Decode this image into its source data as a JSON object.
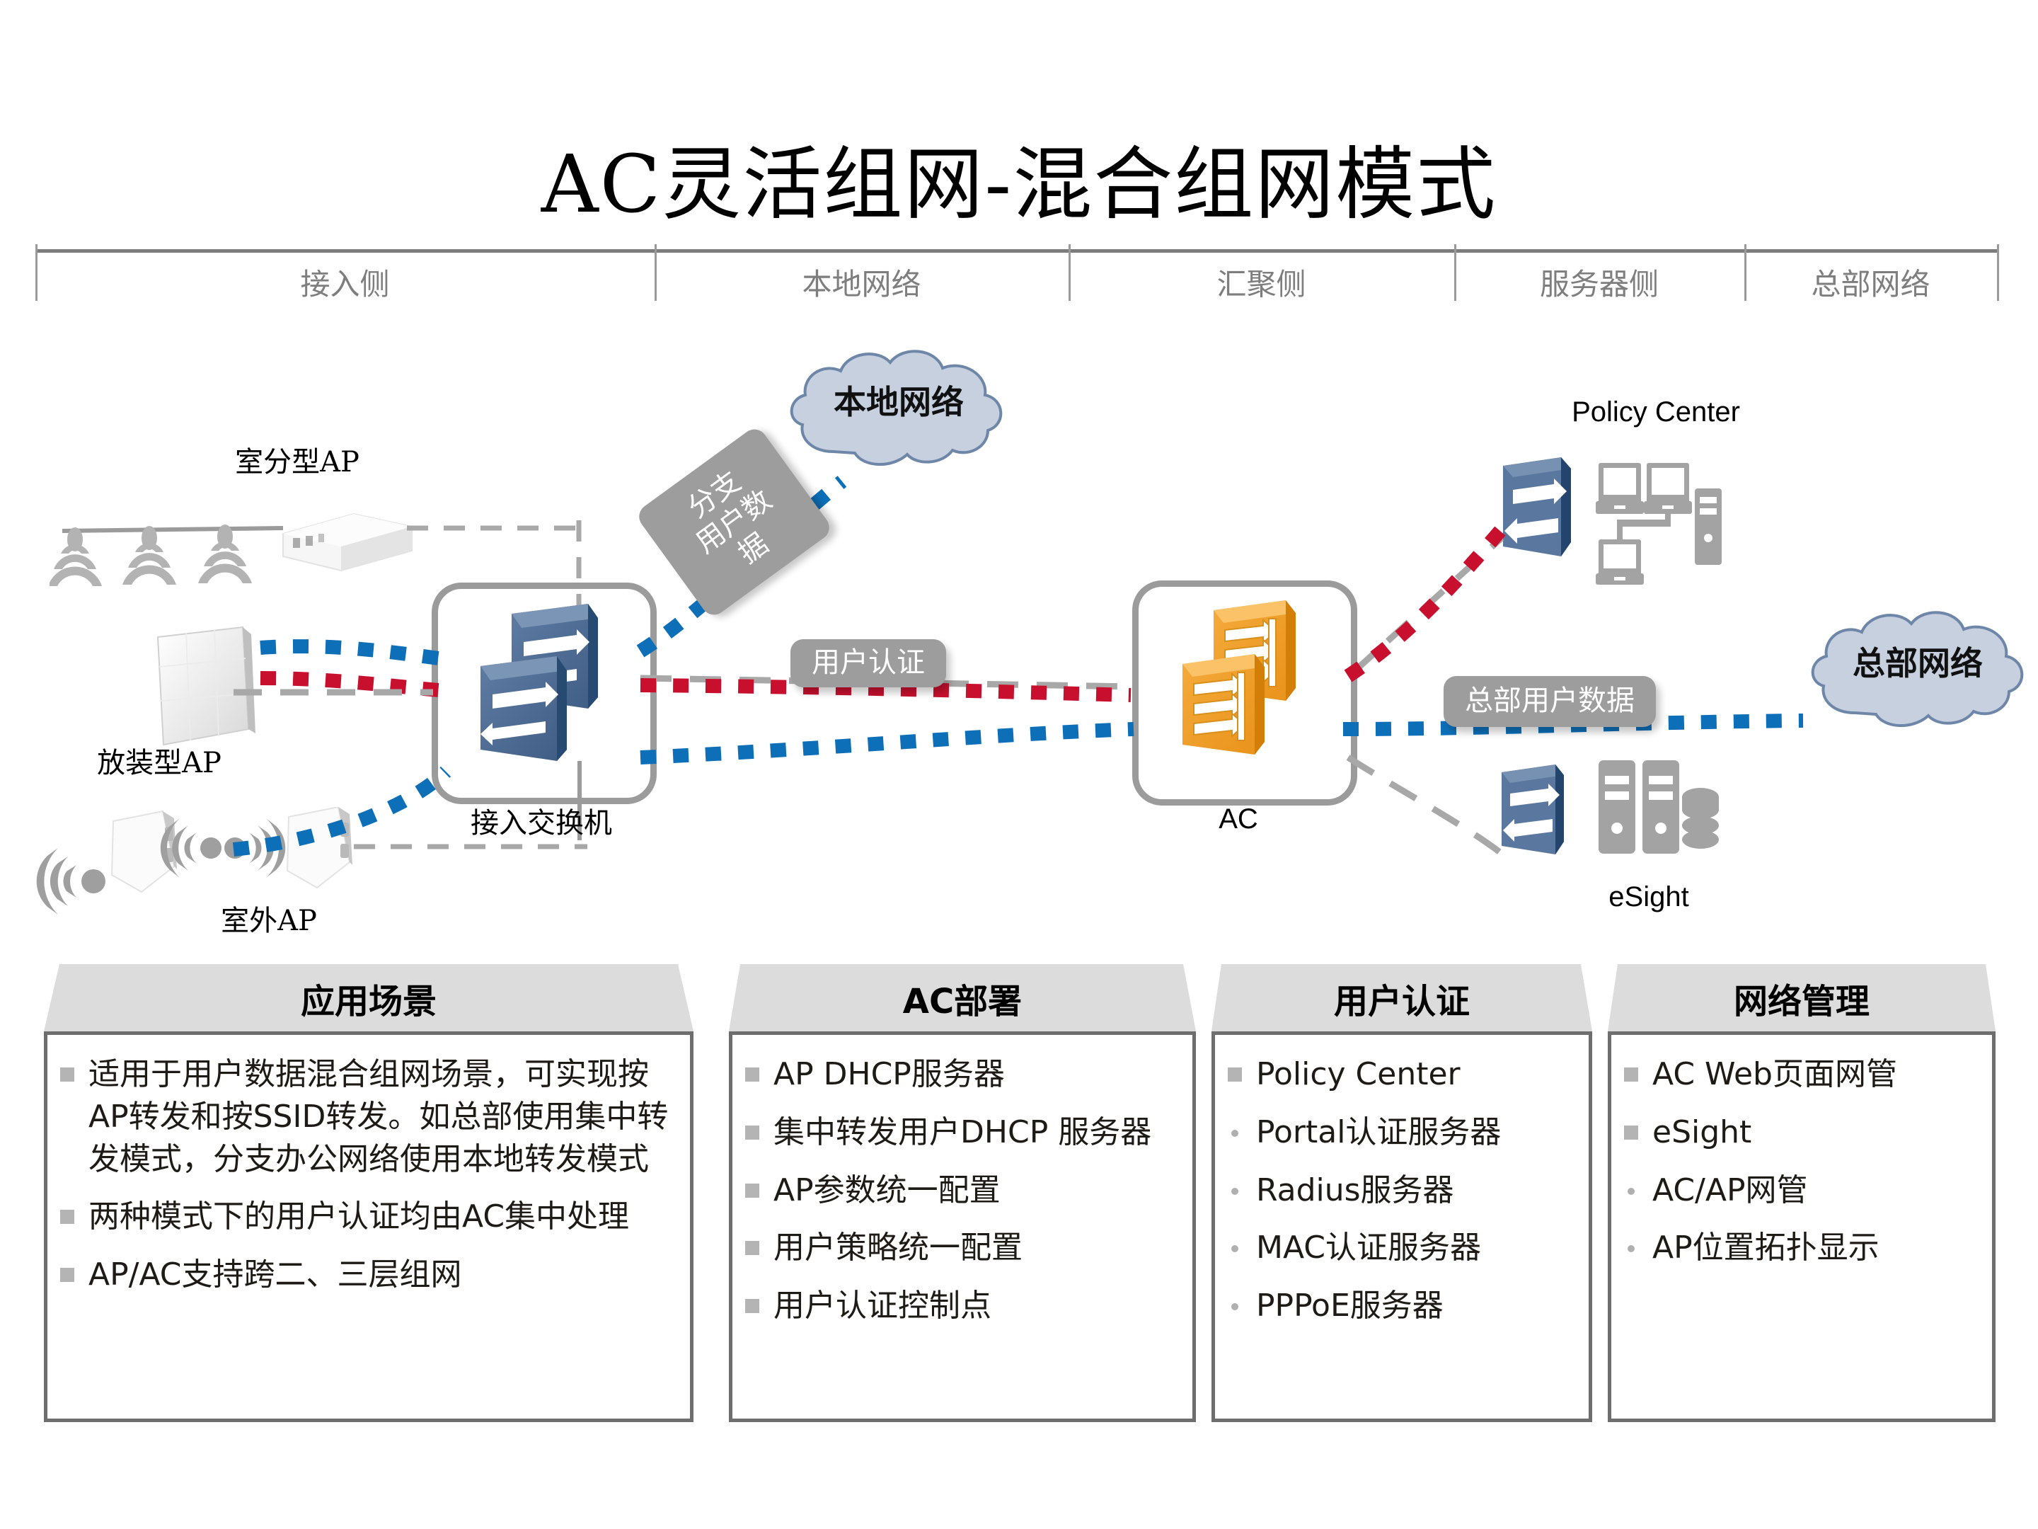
{
  "title": "AC灵活组网-混合组网模式",
  "sections": [
    {
      "label": "接入侧"
    },
    {
      "label": "本地网络"
    },
    {
      "label": "汇聚侧"
    },
    {
      "label": "服务器侧"
    },
    {
      "label": "总部网络"
    }
  ],
  "topology": {
    "devices": {
      "distributed_ap": "室分型AP",
      "wall_ap": "放装型AP",
      "outdoor_ap": "室外AP",
      "access_switch": "接入交换机",
      "ac": "AC",
      "policy_center": "Policy Center",
      "esight": "eSight"
    },
    "clouds": {
      "local_network": "本地网络",
      "hq_network": "总部网络"
    },
    "tags": {
      "branch_user_data": "分支\n用户数\n据",
      "branch_user_data_lines": [
        "分支",
        "用户数",
        "据"
      ],
      "user_auth": "用户认证",
      "hq_user_data": "总部用户数据"
    },
    "colors": {
      "data_blue": "#0d6fb8",
      "auth_red": "#c8102e",
      "link_grey": "#a6a6a6",
      "ac_orange": "#f0a026",
      "switch_blue": "#4a688f"
    }
  },
  "panels": [
    {
      "title": "应用场景",
      "bullets": [
        {
          "marker": "square",
          "text": "适用于用户数据混合组网场景，可实现按AP转发和按SSID转发。如总部使用集中转发模式，分支办公网络使用本地转发模式"
        },
        {
          "marker": "square",
          "text": "两种模式下的用户认证均由AC集中处理"
        },
        {
          "marker": "square",
          "text": "AP/AC支持跨二、三层组网"
        }
      ]
    },
    {
      "title": "AC部署",
      "bullets": [
        {
          "marker": "square",
          "text": "AP DHCP服务器"
        },
        {
          "marker": "square",
          "text": "集中转发用户DHCP 服务器"
        },
        {
          "marker": "square",
          "text": "AP参数统一配置"
        },
        {
          "marker": "square",
          "text": "用户策略统一配置"
        },
        {
          "marker": "square",
          "text": "用户认证控制点"
        }
      ]
    },
    {
      "title": "用户认证",
      "bullets": [
        {
          "marker": "square",
          "text": "Policy Center"
        },
        {
          "marker": "dot",
          "text": "Portal认证服务器"
        },
        {
          "marker": "dot",
          "text": "Radius服务器"
        },
        {
          "marker": "dot",
          "text": "MAC认证服务器"
        },
        {
          "marker": "dot",
          "text": "PPPoE服务器"
        }
      ]
    },
    {
      "title": "网络管理",
      "bullets": [
        {
          "marker": "square",
          "text": "AC Web页面网管"
        },
        {
          "marker": "square",
          "text": "eSight"
        },
        {
          "marker": "dot",
          "text": "AC/AP网管"
        },
        {
          "marker": "dot",
          "text": "AP位置拓扑显示"
        }
      ]
    }
  ]
}
